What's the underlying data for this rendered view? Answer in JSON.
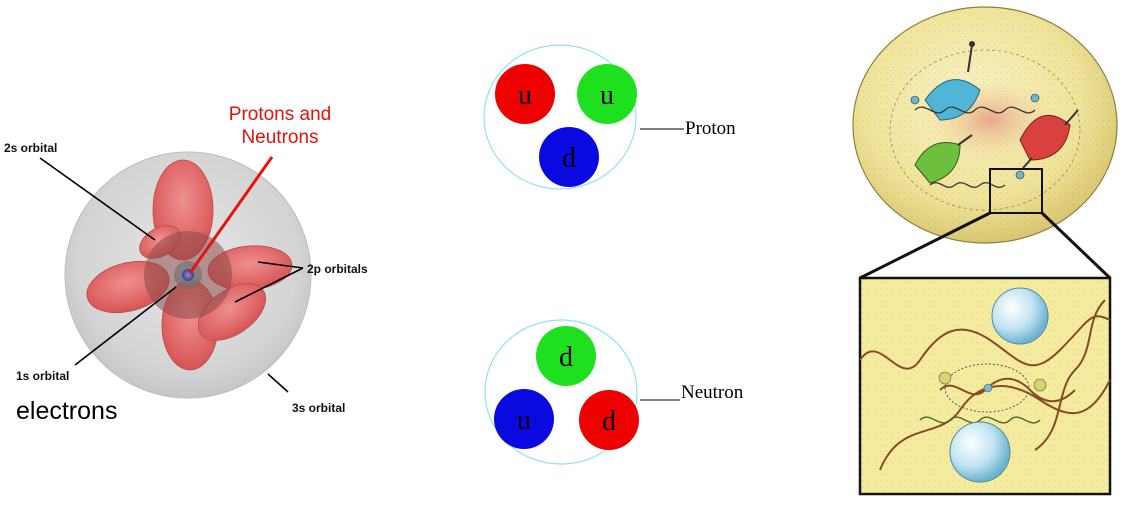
{
  "atom_diagram": {
    "labels": {
      "orbital_2s": "2s orbital",
      "orbitals_2p": "2p orbitals",
      "orbital_1s": "1s orbital",
      "orbital_3s": "3s orbital",
      "nucleus_line1": "Protons and",
      "nucleus_line2": "Neutrons",
      "electrons": "electrons"
    },
    "colors": {
      "highlight": "#e8120c",
      "lobe": "#e35c5c",
      "shell": "#d8d8d8"
    }
  },
  "proton": {
    "label": "Proton",
    "quarks": [
      {
        "letter": "u",
        "color": "#ee0000"
      },
      {
        "letter": "u",
        "color": "#1fe01f"
      },
      {
        "letter": "d",
        "color": "#0a0ae0"
      }
    ]
  },
  "neutron": {
    "label": "Neutron",
    "quarks": [
      {
        "letter": "d",
        "color": "#1fe01f"
      },
      {
        "letter": "u",
        "color": "#0a0ae0"
      },
      {
        "letter": "d",
        "color": "#ee0000"
      }
    ]
  },
  "illustration": {
    "colors": {
      "paper": "#f3e8a6",
      "frame": "#111111"
    }
  }
}
